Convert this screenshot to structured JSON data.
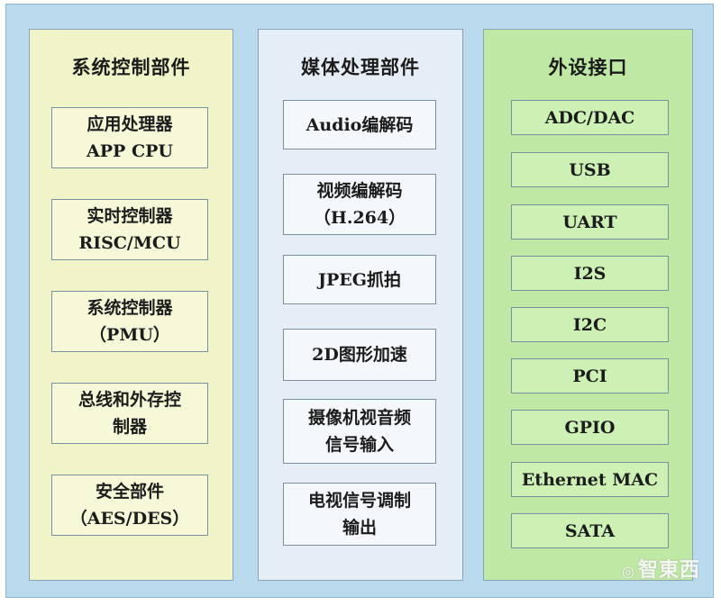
{
  "columns": {
    "system": {
      "title": "系统控制部件",
      "boxes": [
        {
          "line1": "应用处理器",
          "line2": "APP CPU"
        },
        {
          "line1": "实时控制器",
          "line2": "RISC/MCU"
        },
        {
          "line1": "系统控制器",
          "line2": "（PMU）"
        },
        {
          "line1": "总线和外存控",
          "line2": "制器"
        },
        {
          "line1": "安全部件",
          "line2": "（AES/DES）"
        }
      ]
    },
    "media": {
      "title": "媒体处理部件",
      "boxes": [
        {
          "line1": "Audio编解码",
          "line2": ""
        },
        {
          "line1": "视频编解码",
          "line2": "（H.264）"
        },
        {
          "line1": "JPEG抓拍",
          "line2": ""
        },
        {
          "line1": "2D图形加速",
          "line2": ""
        },
        {
          "line1": "摄像机视音频",
          "line2": "信号输入"
        },
        {
          "line1": "电视信号调制",
          "line2": "输出"
        }
      ]
    },
    "periph": {
      "title": "外设接口",
      "boxes": [
        "ADC/DAC",
        "USB",
        "UART",
        "I2S",
        "I2C",
        "PCI",
        "GPIO",
        "Ethernet MAC",
        "SATA"
      ]
    }
  },
  "watermark": "智東西",
  "colors": {
    "frame": "#b9d9ec",
    "system_panel": "#f0f4c8",
    "media_panel": "#e5eef6",
    "periph_panel": "#bfe8a4"
  }
}
